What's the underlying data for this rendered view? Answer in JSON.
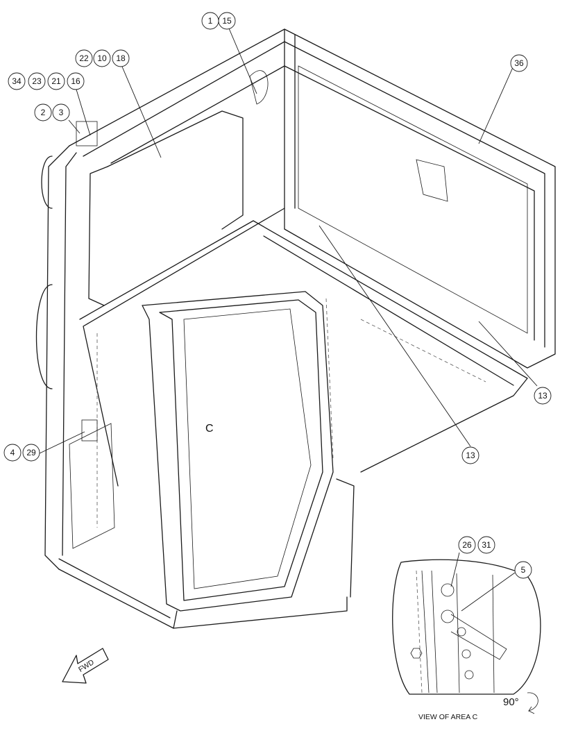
{
  "callouts": [
    {
      "id": "c1",
      "text": "1"
    },
    {
      "id": "c15",
      "text": "15"
    },
    {
      "id": "c22",
      "text": "22"
    },
    {
      "id": "c10",
      "text": "10"
    },
    {
      "id": "c18",
      "text": "18"
    },
    {
      "id": "c34",
      "text": "34"
    },
    {
      "id": "c23",
      "text": "23"
    },
    {
      "id": "c21",
      "text": "21"
    },
    {
      "id": "c16",
      "text": "16"
    },
    {
      "id": "c2",
      "text": "2"
    },
    {
      "id": "c3",
      "text": "3"
    },
    {
      "id": "c36",
      "text": "36"
    },
    {
      "id": "c4",
      "text": "4"
    },
    {
      "id": "c29",
      "text": "29"
    },
    {
      "id": "c13a",
      "text": "13"
    },
    {
      "id": "c13b",
      "text": "13"
    },
    {
      "id": "c26",
      "text": "26"
    },
    {
      "id": "c31",
      "text": "31"
    },
    {
      "id": "c5",
      "text": "5"
    }
  ],
  "labels": {
    "area": "C",
    "fwd": "FWD",
    "rotation": "90°",
    "view_caption": "VIEW OF AREA C"
  }
}
